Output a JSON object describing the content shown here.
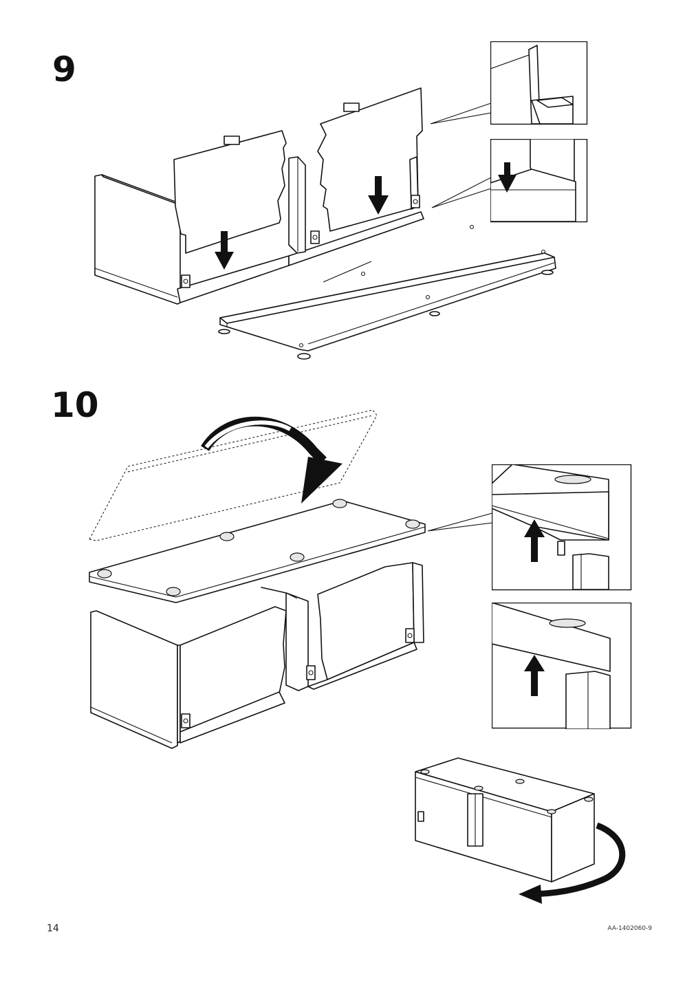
{
  "steps": [
    {
      "number": "9"
    },
    {
      "number": "10"
    }
  ],
  "footer": {
    "page_number": "14",
    "document_code": "AA-1402060-9"
  },
  "icons": {
    "push_down_arrow": "down-arrow-icon",
    "push_up_arrow": "up-arrow-icon",
    "flip_arrow": "curved-arrow-icon",
    "rotate_arrow": "rotate-arrow-icon"
  },
  "colors": {
    "line": "#111111",
    "background": "#ffffff"
  }
}
